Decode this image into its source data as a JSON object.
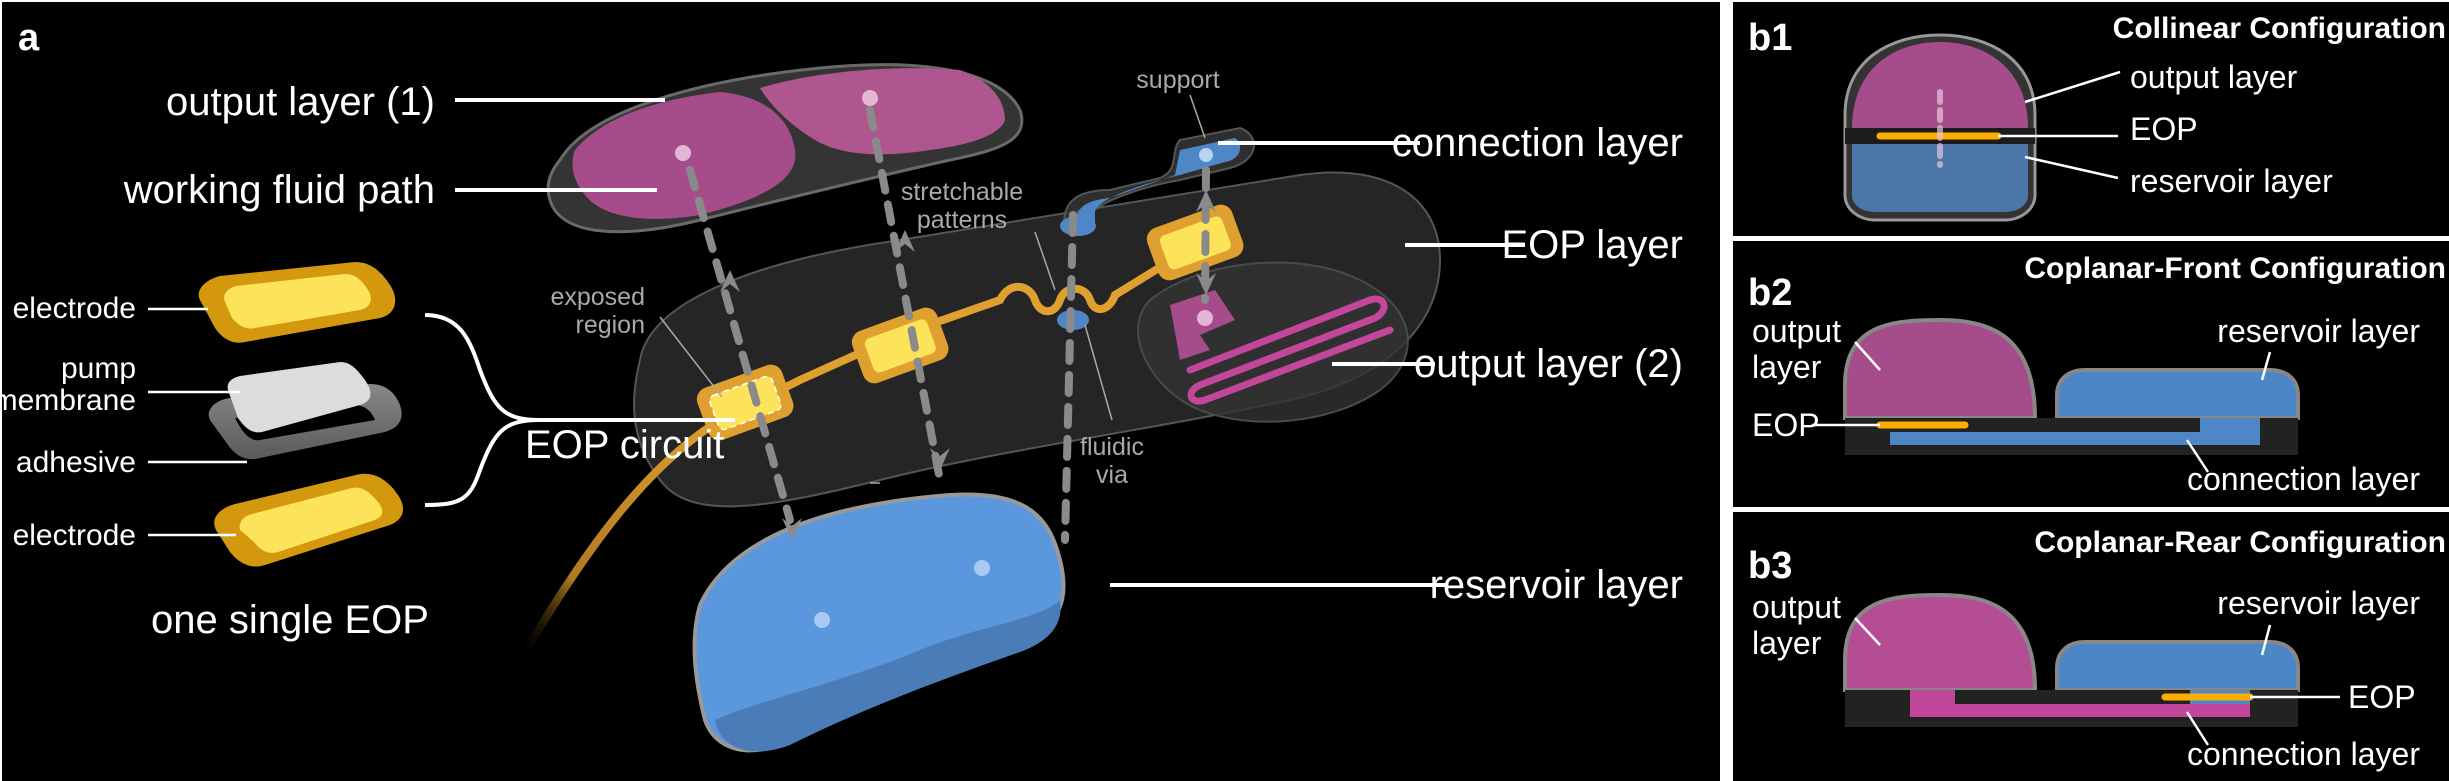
{
  "panel_a": {
    "label": "a",
    "labels": {
      "output_layer_1": "output layer (1)",
      "working_fluid_path": "working fluid path",
      "electrode_top": "electrode",
      "pump_membrane_line1": "pump",
      "pump_membrane_line2": "membrane",
      "adhesive": "adhesive",
      "electrode_bottom": "electrode",
      "one_single_eop": "one single EOP",
      "eop_circuit": "EOP circuit",
      "exposed_region_line1": "exposed",
      "exposed_region_line2": "region",
      "stretchable_patterns_line1": "stretchable",
      "stretchable_patterns_line2": "patterns",
      "support": "support",
      "fluidic_via_line1": "fluidic",
      "fluidic_via_line2": "via",
      "connection_layer": "connection layer",
      "eop_layer": "EOP layer",
      "output_layer_2": "output layer (2)",
      "reservoir_layer": "reservoir layer"
    }
  },
  "panel_b1": {
    "label": "b1",
    "title": "Collinear Configuration",
    "labels": {
      "output_layer": "output layer",
      "eop": "EOP",
      "reservoir_layer": "reservoir layer"
    }
  },
  "panel_b2": {
    "label": "b2",
    "title": "Coplanar-Front Configuration",
    "labels": {
      "output_line1": "output",
      "output_line2": "layer",
      "eop": "EOP",
      "reservoir_layer": "reservoir layer",
      "connection_layer": "connection layer"
    }
  },
  "panel_b3": {
    "label": "b3",
    "title": "Coplanar-Rear Configuration",
    "labels": {
      "output_line1": "output",
      "output_line2": "layer",
      "eop": "EOP",
      "reservoir_layer": "reservoir layer",
      "connection_layer": "connection layer"
    }
  },
  "colors": {
    "output_pink": "#a64c8a",
    "output_pink_bright": "#c2479a",
    "reservoir_blue": "#5b97dc",
    "reservoir_blue_dark": "#4a76a8",
    "connection_blue": "#4f86c6",
    "gold_frame": "#d4980f",
    "gold_inner": "#fde35a",
    "trace_orange": "#e0a030",
    "eop_orange": "#ffae00",
    "shell_gray": "#3a3a3a",
    "membrane_gray": "#dcdcdc",
    "adhesive_gray": "#6f6f6f",
    "background": "#000000"
  }
}
